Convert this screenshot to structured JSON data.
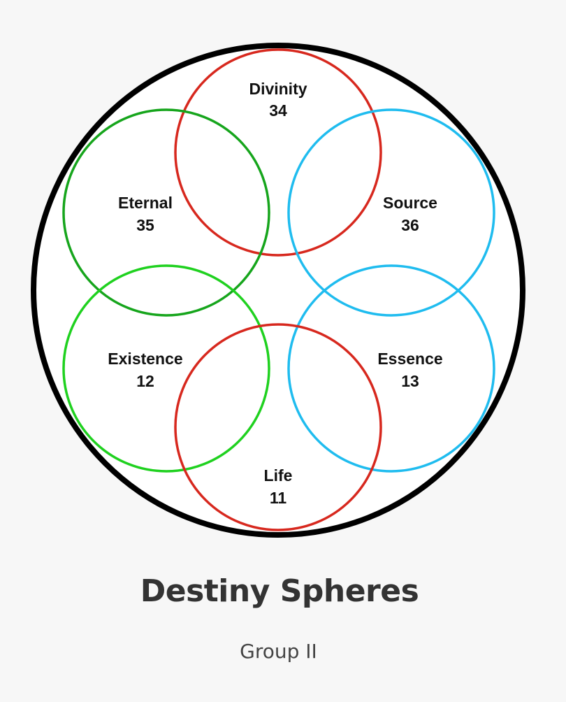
{
  "diagram": {
    "outer_color": "#000000",
    "spheres": [
      {
        "id": "divinity",
        "name": "Divinity",
        "number": "34",
        "color": "#d7281e"
      },
      {
        "id": "eternal",
        "name": "Eternal",
        "number": "35",
        "color": "#16a51c"
      },
      {
        "id": "source",
        "name": "Source",
        "number": "36",
        "color": "#1fbcef"
      },
      {
        "id": "existence",
        "name": "Existence",
        "number": "12",
        "color": "#1fd11f"
      },
      {
        "id": "essence",
        "name": "Essence",
        "number": "13",
        "color": "#1fbcef"
      },
      {
        "id": "life",
        "name": "Life",
        "number": "11",
        "color": "#d7281e"
      }
    ]
  },
  "title": "Destiny Spheres",
  "subtitle": "Group II"
}
